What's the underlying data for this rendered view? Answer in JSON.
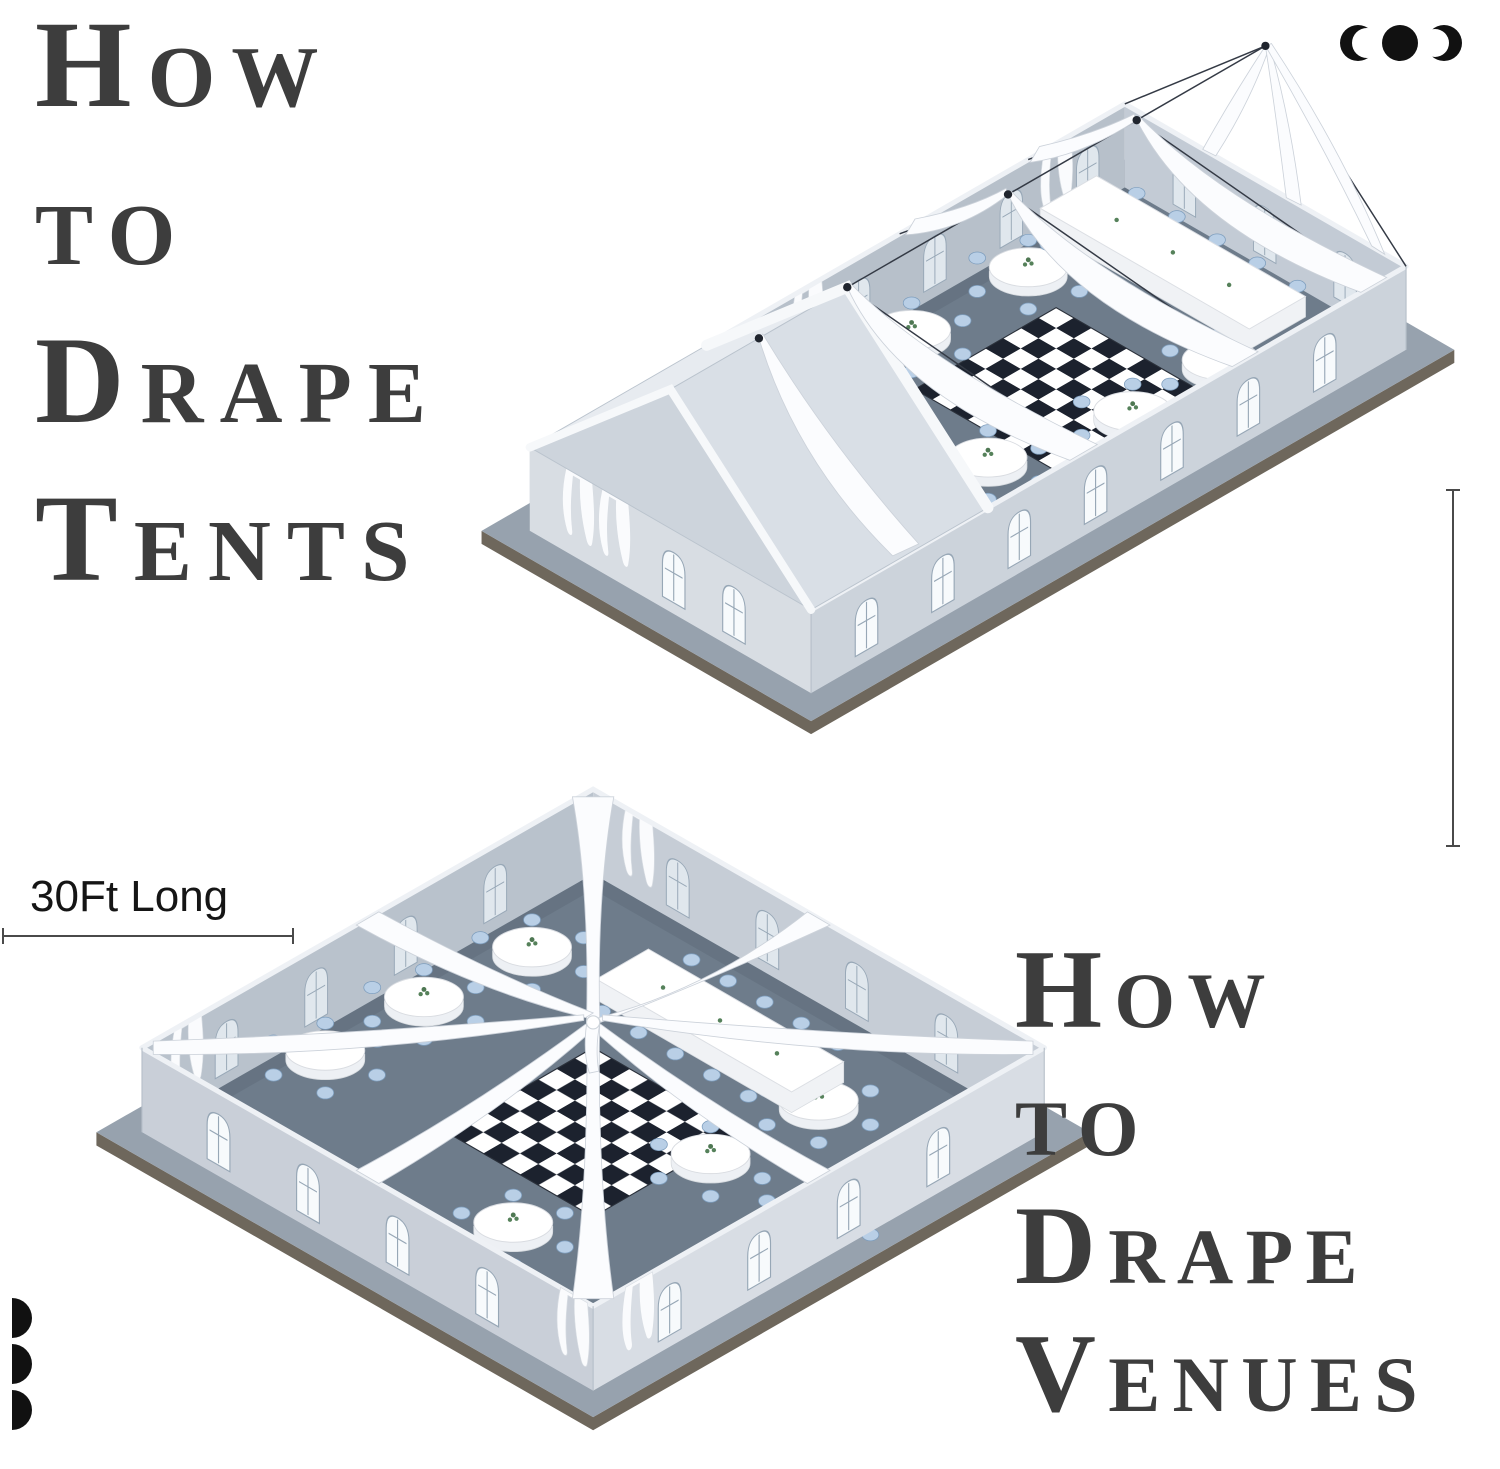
{
  "headings": {
    "left": {
      "lines": [
        "How",
        "to",
        "Drape",
        "Tents"
      ]
    },
    "right": {
      "lines": [
        "How",
        "to",
        "Drape",
        "Venues"
      ]
    }
  },
  "dimensions": {
    "length_label": "30Ft Long"
  },
  "icons": {
    "top_right": "brand-dots-crescent-icon",
    "bottom_left": "brand-stacked-semicircles-icon"
  },
  "illustrations": {
    "tent": {
      "aria_label": "Isometric tent with ceiling drape swags, round tables, banquet table and checkered dance floor"
    },
    "venue": {
      "aria_label": "Isometric venue with radial ceiling drapes, round tables, banquet table and checkered dance floor"
    }
  },
  "colors": {
    "heading": "#3d3d3d",
    "dimension_line": "#4a4a4a",
    "floor": "#6e7c8b",
    "slab_top": "#97a2ae",
    "slab_side": "#6e675c",
    "roof_left": "#e7ebf0",
    "roof_right": "#d9dfe6",
    "gable": "#cdd4dc",
    "wall_front": "#ccd3db",
    "wall_end": "#d8dde3",
    "wall_interior_left": "#b7c0ca",
    "wall_interior_right": "#c3cbd5",
    "venue_wall_near_left": "#c9cfd8",
    "venue_wall_near_right": "#d8dde4",
    "venue_wall_far_left": "#b9c2cc",
    "venue_wall_far_right": "#c6cdd6",
    "drape": "#fbfcfe",
    "chair": "#b9cfe6",
    "checker_dark": "#1c222e",
    "checker_light": "#ffffff",
    "table": "#ffffff",
    "centerpiece": "#55815a",
    "brand": "#111111"
  }
}
